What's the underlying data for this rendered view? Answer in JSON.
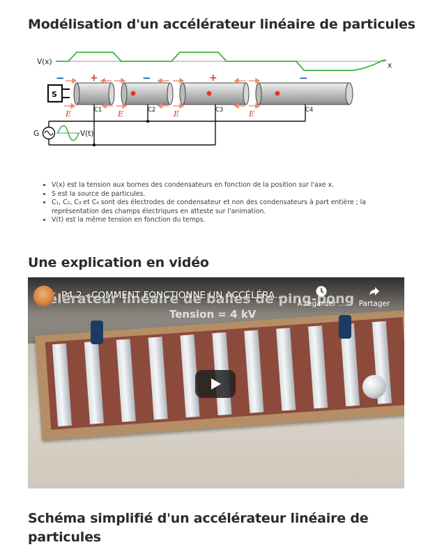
{
  "headings": {
    "model": "Modélisation d'un accélérateur linéaire de particules",
    "video": "Une explication en vidéo",
    "schema": "Schéma simplifié d'un accélérateur linéaire de particules"
  },
  "diagram": {
    "voltage_label": "V(x)",
    "axis_label": "x",
    "source_label": "S",
    "generator_label": "G",
    "vt_label": "V(t)",
    "field_label": "E",
    "electrodes": [
      "C1",
      "C2",
      "C3",
      "C4"
    ],
    "signs": [
      "−",
      "+",
      "−",
      "+",
      "−"
    ],
    "colors": {
      "green": "#3cb43c",
      "red": "#e8372b",
      "blue": "#1e5ab4",
      "field": "#f08b6c"
    }
  },
  "bullets": [
    "V(x) est la tension aux bornes des condensateurs en fonction de la position sur l'axe x.",
    "S est la source de particules.",
    "C₁, C₂, C₃ et C₄ sont des électrodes de condensateur et non des condensateurs à part entière ; la représentation des champs électriques en atteste sur l'animation.",
    "V(t) est la même tension en fonction du temps."
  ],
  "video": {
    "title": "P4.2 - COMMENT FONCTIONNE UN ACCÉLÉRA...",
    "background_text": "célérateur linéaire de balles de ping-pong",
    "subtitle": "Tension = 4 kV",
    "watch_later": "À regarder ...",
    "share": "Partager",
    "clock_icon": "clock-icon",
    "share_icon": "share-icon",
    "play_icon": "play-icon"
  }
}
